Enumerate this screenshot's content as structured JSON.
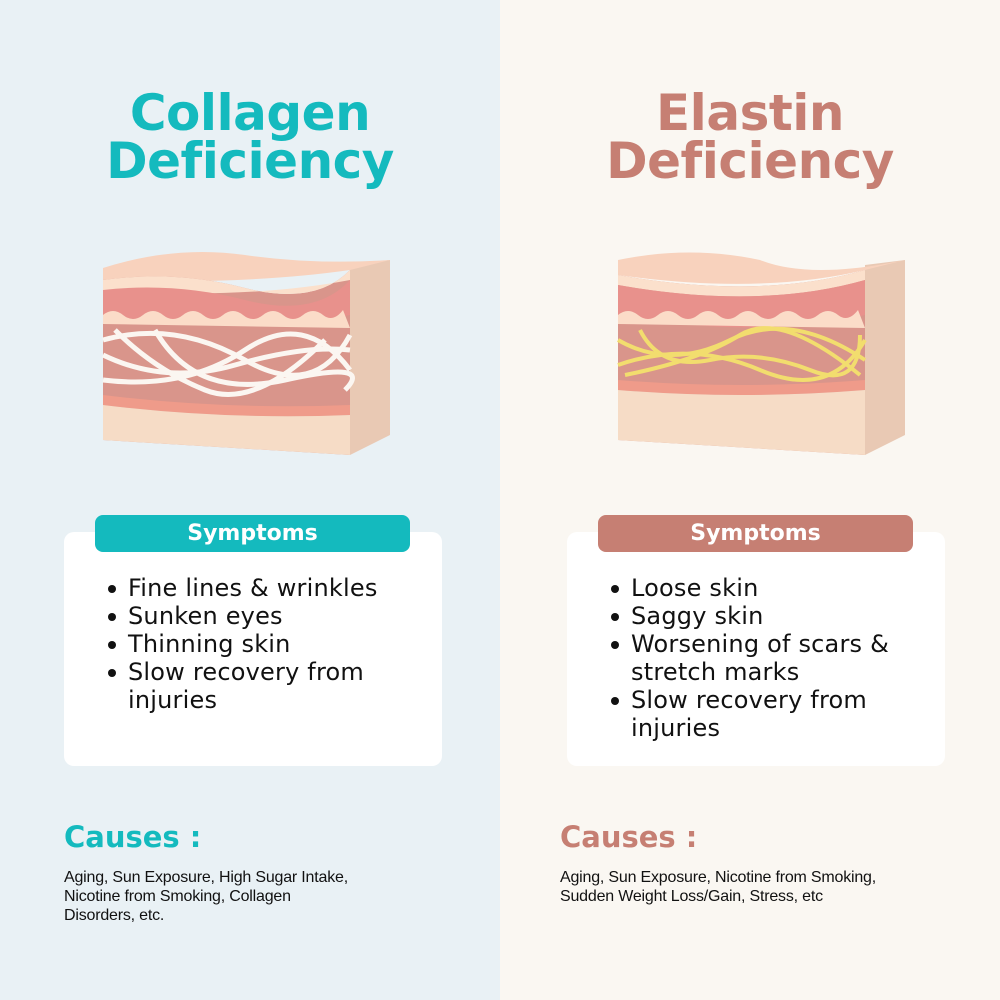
{
  "colors": {
    "collagen_accent": "#14babe",
    "elastin_accent": "#c67f73",
    "left_bg": "#e9f1f5",
    "right_bg": "#faf7f2"
  },
  "collagen": {
    "title_line1": "Collagen",
    "title_line2": "Deficiency",
    "illustration": "skin-layers-white-collagen-fibers",
    "symptoms_label": "Symptoms",
    "symptoms": [
      "Fine lines & wrinkles",
      "Sunken eyes",
      "Thinning skin",
      "Slow recovery from injuries"
    ],
    "causes_label": "Causes :",
    "causes": "Aging, Sun Exposure, High Sugar Intake, Nicotine from Smoking, Collagen Disorders, etc."
  },
  "elastin": {
    "title_line1": "Elastin",
    "title_line2": "Deficiency",
    "illustration": "skin-layers-yellow-elastin-fibers",
    "symptoms_label": "Symptoms",
    "symptoms": [
      "Loose skin",
      "Saggy skin",
      "Worsening of scars & stretch marks",
      "Slow recovery from injuries"
    ],
    "causes_label": "Causes :",
    "causes": "Aging, Sun Exposure, Nicotine from Smoking, Sudden Weight Loss/Gain, Stress, etc"
  }
}
